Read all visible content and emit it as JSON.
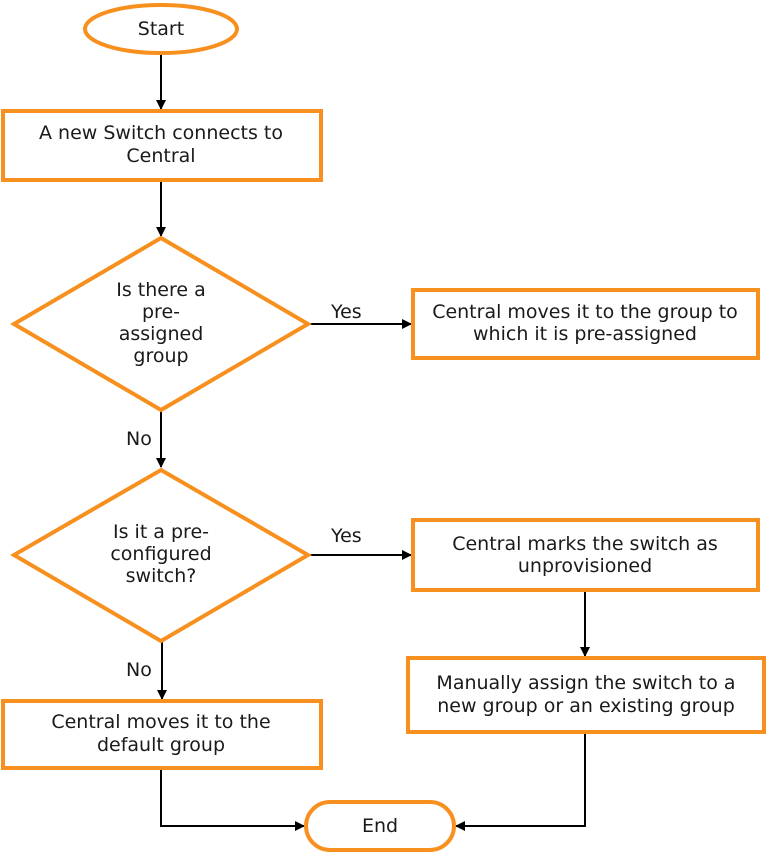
{
  "colors": {
    "shape_border": "#f7901e",
    "shape_fill": "#ffffff",
    "connector": "#000000",
    "text": "#1a1a1a"
  },
  "nodes": {
    "start": {
      "shape": "terminator",
      "lines": [
        "Start"
      ]
    },
    "new_switch": {
      "shape": "process",
      "lines": [
        "A new Switch connects to",
        "Central"
      ]
    },
    "decision_preassigned": {
      "shape": "decision",
      "lines": [
        "Is there a",
        "pre-",
        "assigned",
        "group"
      ]
    },
    "move_preassigned": {
      "shape": "process",
      "lines": [
        "Central moves it to the group to",
        "which it is pre-assigned"
      ]
    },
    "decision_preconfigured": {
      "shape": "decision",
      "lines": [
        "Is it a pre-",
        "configured",
        "switch?"
      ]
    },
    "mark_unprovisioned": {
      "shape": "process",
      "lines": [
        "Central marks the switch as",
        "unprovisioned"
      ]
    },
    "manual_assign": {
      "shape": "process",
      "lines": [
        "Manually assign the switch to a",
        "new group or an existing group"
      ]
    },
    "move_default": {
      "shape": "process",
      "lines": [
        "Central moves it to the",
        "default group"
      ]
    },
    "end": {
      "shape": "terminator",
      "lines": [
        "End"
      ]
    }
  },
  "edges": [
    {
      "from": "start",
      "to": "new_switch",
      "label": ""
    },
    {
      "from": "new_switch",
      "to": "decision_preassigned",
      "label": ""
    },
    {
      "from": "decision_preassigned",
      "to": "move_preassigned",
      "label": "Yes"
    },
    {
      "from": "decision_preassigned",
      "to": "decision_preconfigured",
      "label": "No"
    },
    {
      "from": "decision_preconfigured",
      "to": "mark_unprovisioned",
      "label": "Yes"
    },
    {
      "from": "decision_preconfigured",
      "to": "move_default",
      "label": "No"
    },
    {
      "from": "mark_unprovisioned",
      "to": "manual_assign",
      "label": ""
    },
    {
      "from": "move_default",
      "to": "end",
      "label": ""
    },
    {
      "from": "manual_assign",
      "to": "end",
      "label": ""
    }
  ]
}
